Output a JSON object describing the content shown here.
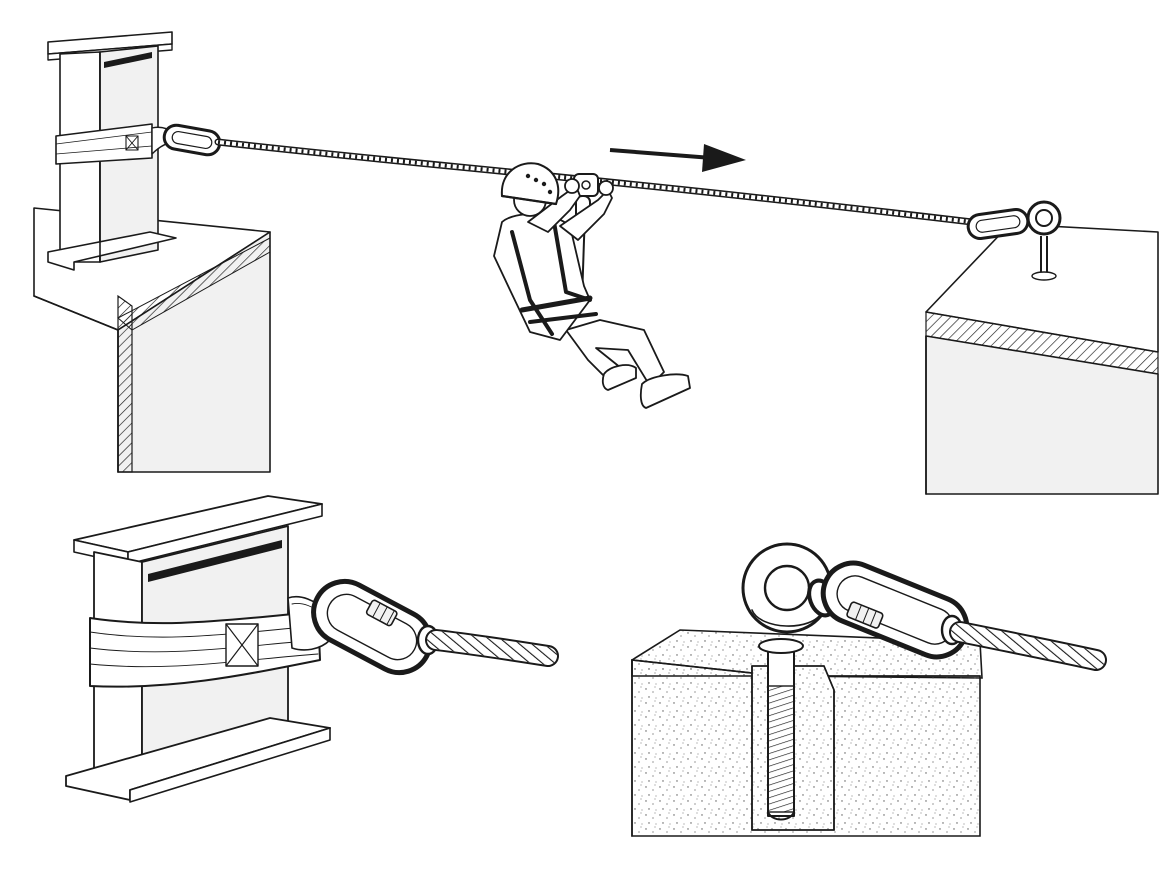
{
  "figure": {
    "panels": [
      {
        "id": "overview",
        "scene": "horizontal-lifeline-traverse"
      },
      {
        "id": "detail-beam",
        "scene": "beam-anchor-sling"
      },
      {
        "id": "detail-eyebolt",
        "scene": "eyebolt-anchor-concrete"
      }
    ],
    "direction_arrow": "right",
    "palette": {
      "ink": "#1a1a1a",
      "paper": "#ffffff",
      "concrete": "#f1f1f1"
    }
  }
}
